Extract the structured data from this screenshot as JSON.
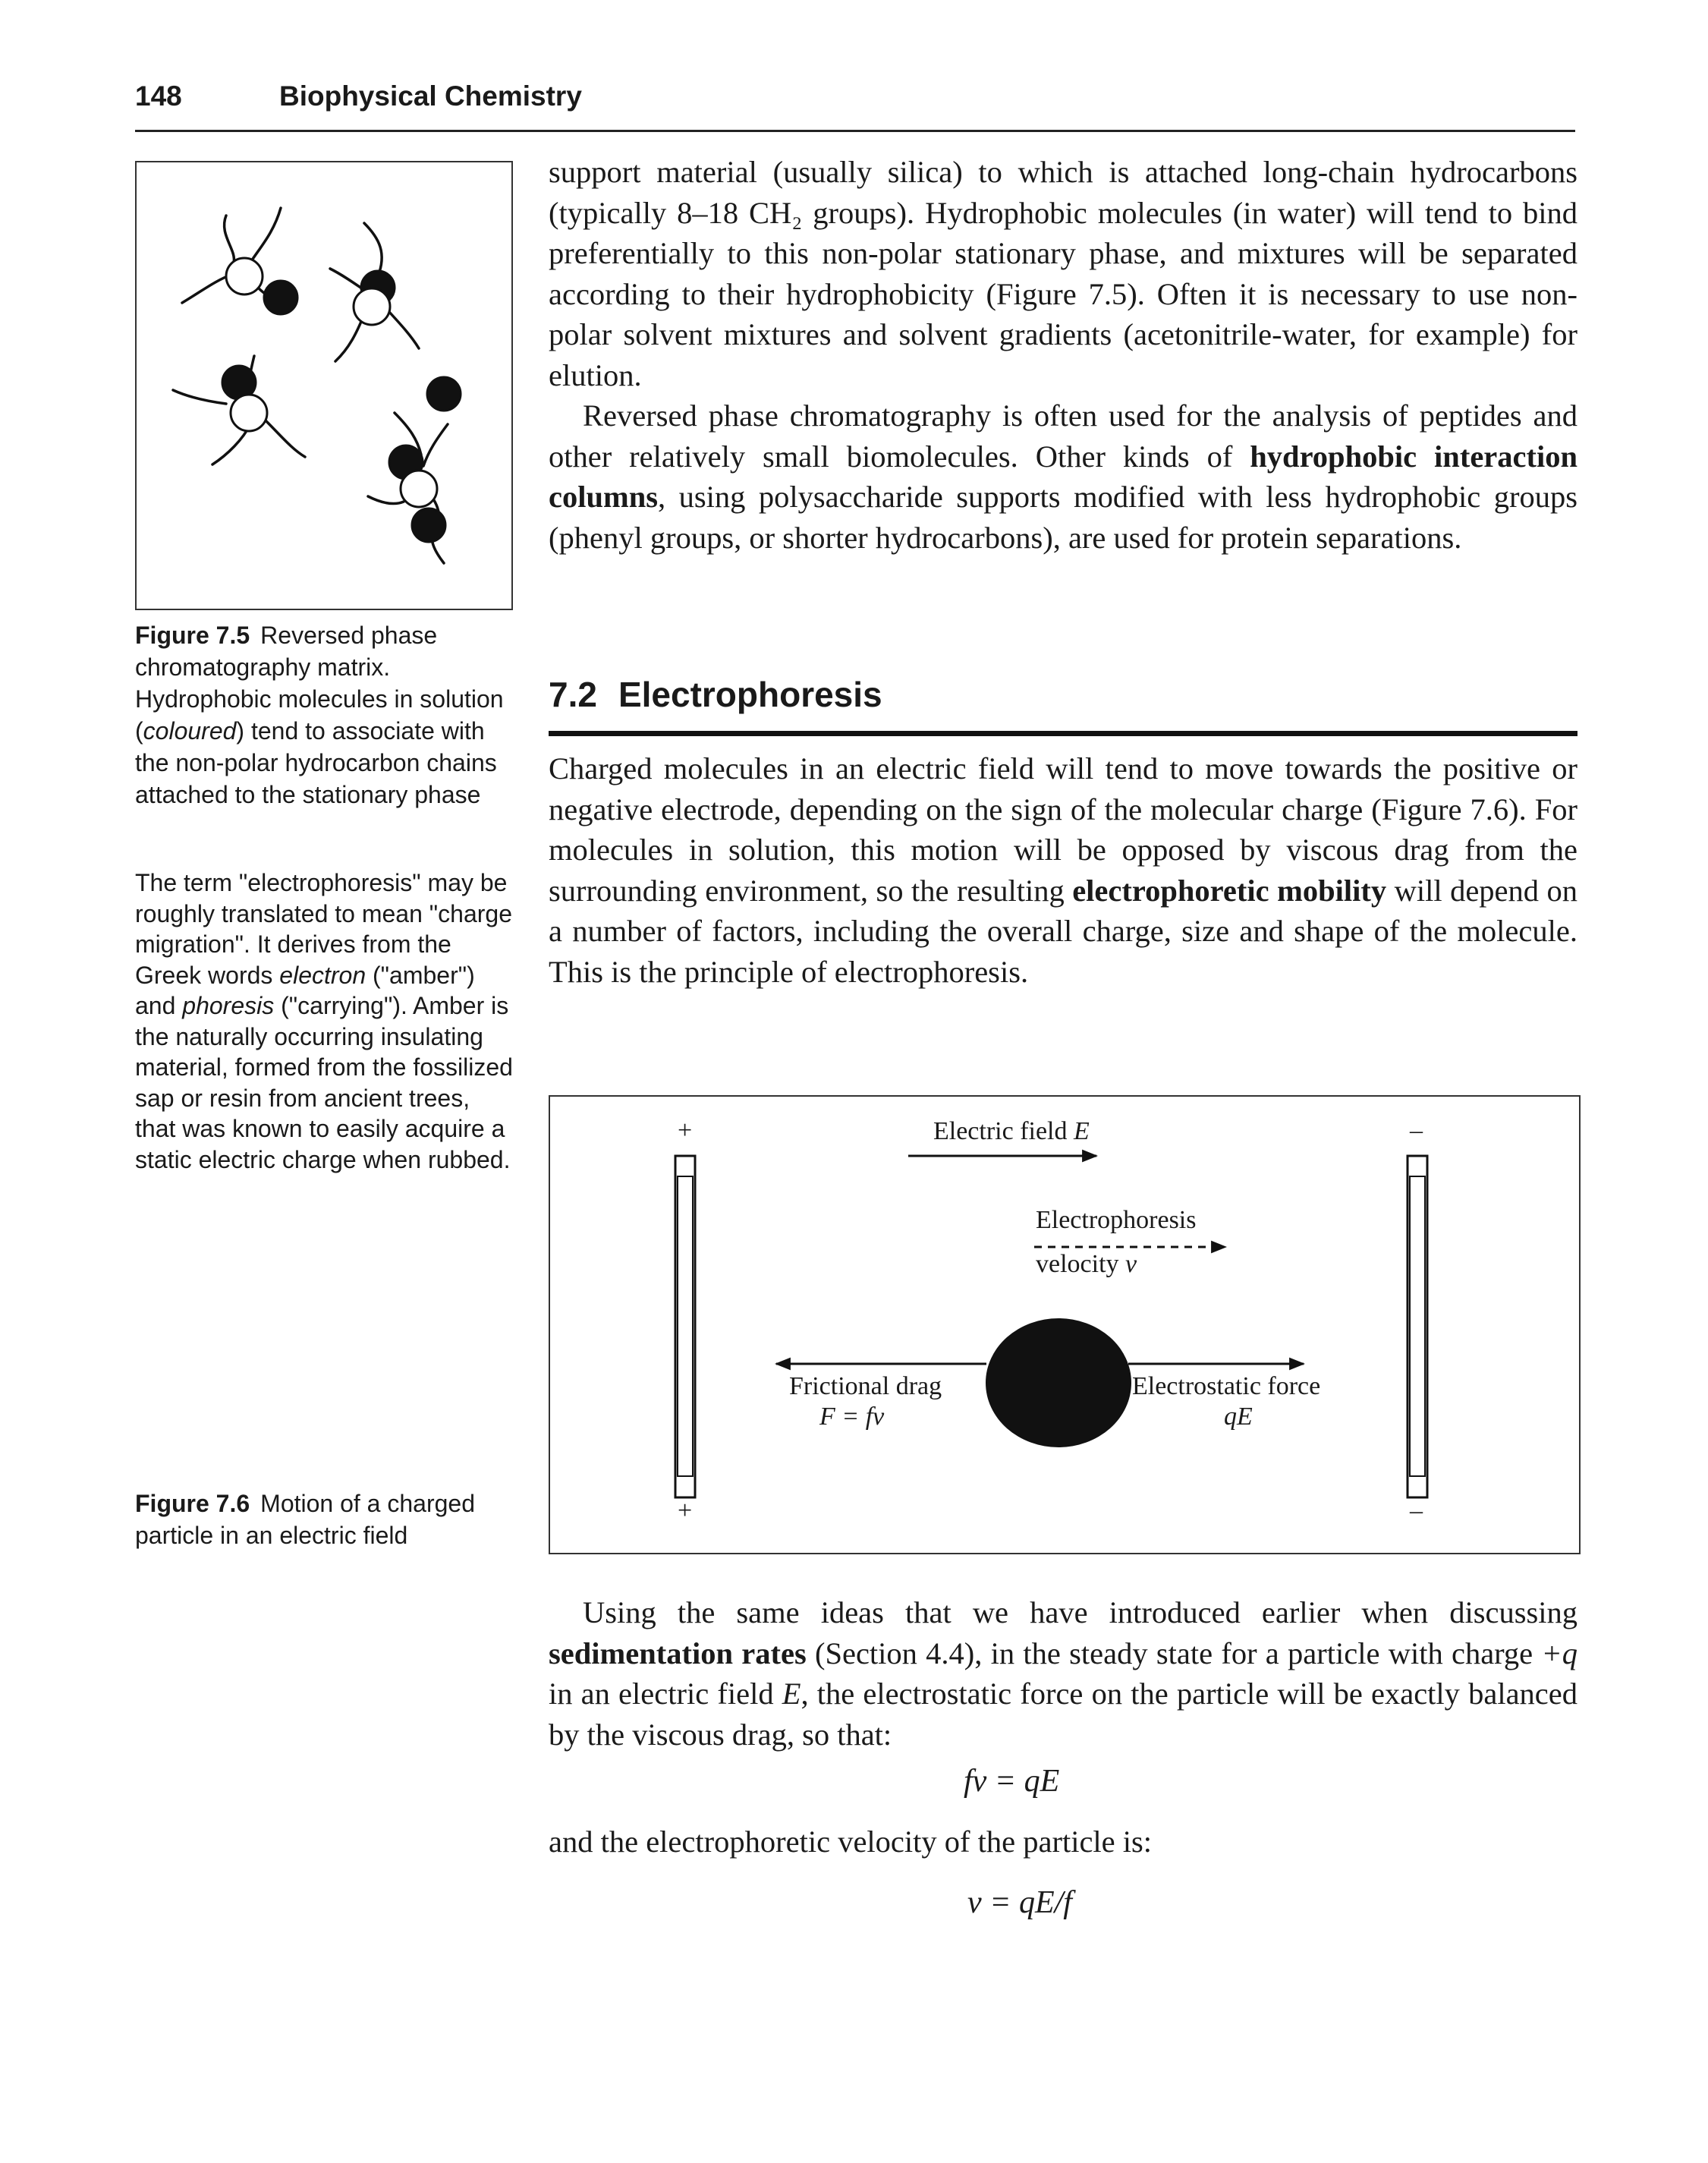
{
  "header": {
    "page_number": "148",
    "running_title": "Biophysical Chemistry"
  },
  "intro": {
    "p1": "support material (usually silica) to which is attached long-chain hydrocarbons (typically 8–18 CH₂ groups). Hydrophobic molecules (in water) will tend to bind preferentially to this non-polar stationary phase, and mixtures will be separated according to their hydrophobicity (Figure 7.5). Often it is necessary to use non-polar solvent mixtures and solvent gradients (acetonitrile-water, for example) for elution.",
    "p2_before": "Reversed phase chromatography is often used for the analysis of peptides and other relatively small biomolecules. Other kinds of ",
    "p2_term": "hydrophobic interaction columns",
    "p2_after": ", using polysaccharide supports modified with less hydrophobic groups (phenyl groups, or shorter hydrocarbons), are used for protein separations."
  },
  "section": {
    "number": "7.2",
    "title": "Electrophoresis",
    "p1_before": "Charged molecules in an electric field will tend to move towards the positive or negative electrode, depending on the sign of the molecular charge (Figure 7.6). For molecules in solution, this motion will be opposed by viscous drag from the surrounding environment, so the resulting ",
    "p1_term": "electrophoretic mobility",
    "p1_after": " will depend on a number of factors, including the overall charge, size and shape of the molecule. This is the principle of electrophoresis.",
    "p2_a": "Using the same ideas that we have introduced earlier when discussing ",
    "p2_term": "sedimentation rates",
    "p2_b": " (Section 4.4), in the steady state for a particle with charge ",
    "p2_charge": "+q",
    "p2_c": " in an electric field ",
    "p2_field": "E",
    "p2_d": ", the electrostatic force on the particle will be exactly balanced by the viscous drag, so that:",
    "eq1": "fv = qE",
    "p3": "and the electrophoretic velocity of the particle is:",
    "eq2": "v = qE/f"
  },
  "figure_7_5": {
    "label": "Figure 7.5",
    "caption_before": "Reversed phase chromatography matrix. Hydrophobic molecules in solution (",
    "caption_italic": "coloured",
    "caption_after": ") tend to associate with the non-polar hydrocarbon chains attached to the stationary phase"
  },
  "margin_note": {
    "before": "The term \"electrophoresis\" may be roughly translated to mean \"charge migration\". It derives from the Greek words ",
    "word1": "electron",
    "mid1": " (\"amber\") and ",
    "word2": "phoresis",
    "after": " (\"carrying\"). Amber is the naturally occurring insulating material, formed from the fossilized sap or resin from ancient trees, that was known to easily acquire a static electric charge when rubbed."
  },
  "figure_7_6": {
    "label": "Figure 7.6",
    "caption": "Motion of a charged particle in an electric field",
    "plus": "+",
    "minus": "–",
    "field_label": "Electric field",
    "field_symbol": "E",
    "velocity_line1": "Electrophoresis",
    "velocity_line2": "velocity",
    "velocity_symbol": "v",
    "drag_label": "Frictional drag",
    "drag_formula": "F = fv",
    "force_label": "Electrostatic force",
    "force_formula": "qE"
  }
}
